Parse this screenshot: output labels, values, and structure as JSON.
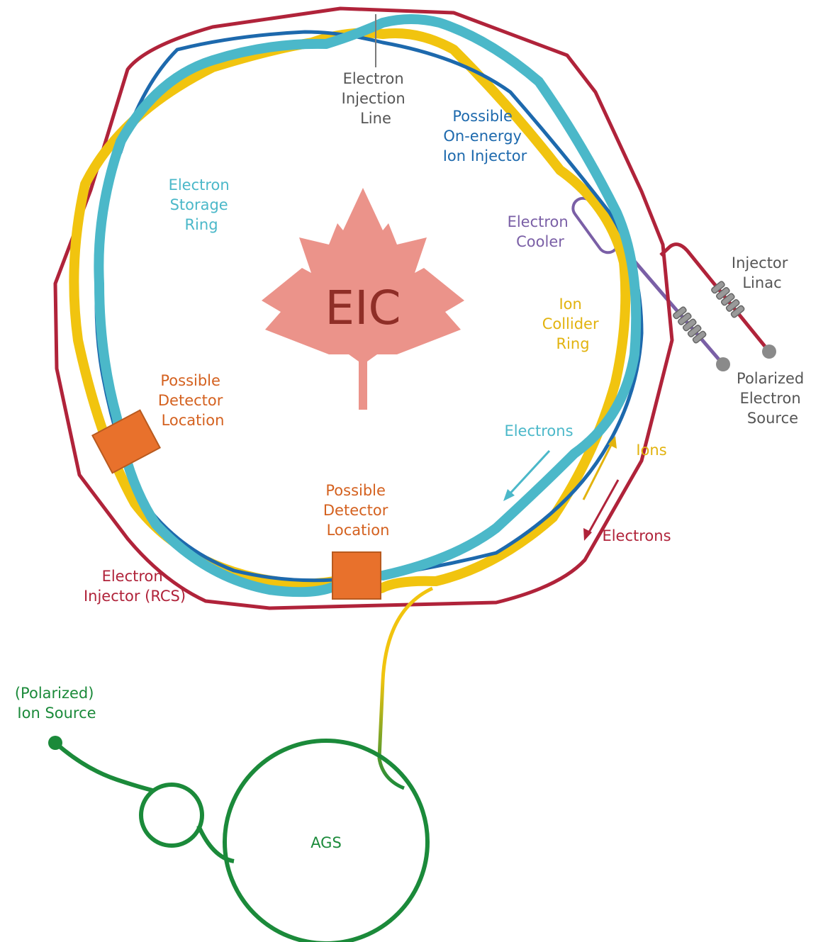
{
  "logo": {
    "text": "EIC"
  },
  "labels": {
    "electron_injection_line": [
      "Electron",
      "Injection",
      "Line"
    ],
    "on_energy_ion_injector": [
      "Possible",
      "On-energy",
      "Ion Injector"
    ],
    "electron_storage_ring": [
      "Electron",
      "Storage",
      "Ring"
    ],
    "electron_cooler": [
      "Electron",
      "Cooler"
    ],
    "injector_linac": [
      "Injector",
      "Linac"
    ],
    "ion_collider_ring": [
      "Ion",
      "Collider",
      "Ring"
    ],
    "polarized_electron_source": [
      "Polarized",
      "Electron",
      "Source"
    ],
    "detector_location_left": [
      "Possible",
      "Detector",
      "Location"
    ],
    "detector_location_bottom": [
      "Possible",
      "Detector",
      "Location"
    ],
    "electrons_arrow_storage": "Electrons",
    "ions_arrow": "Ions",
    "electrons_arrow_rcs": "Electrons",
    "electron_injector_rcs": [
      "Electron",
      "Injector (RCS)"
    ],
    "polarized_ion_source": [
      "(Polarized)",
      "Ion Source"
    ],
    "ags": "AGS"
  },
  "colors": {
    "rcs_red": "#b0233a",
    "storage_ring_cyan": "#4bb8c9",
    "ion_ring_yellow": "#f1c40f",
    "on_energy_injector_blue": "#1d69ad",
    "detector_orange": "#e8712c",
    "cooler_purple": "#7a5fa6",
    "ags_green": "#1b8a3a",
    "maple_leaf": "#eb938a",
    "logo_text": "#8f2e27"
  }
}
